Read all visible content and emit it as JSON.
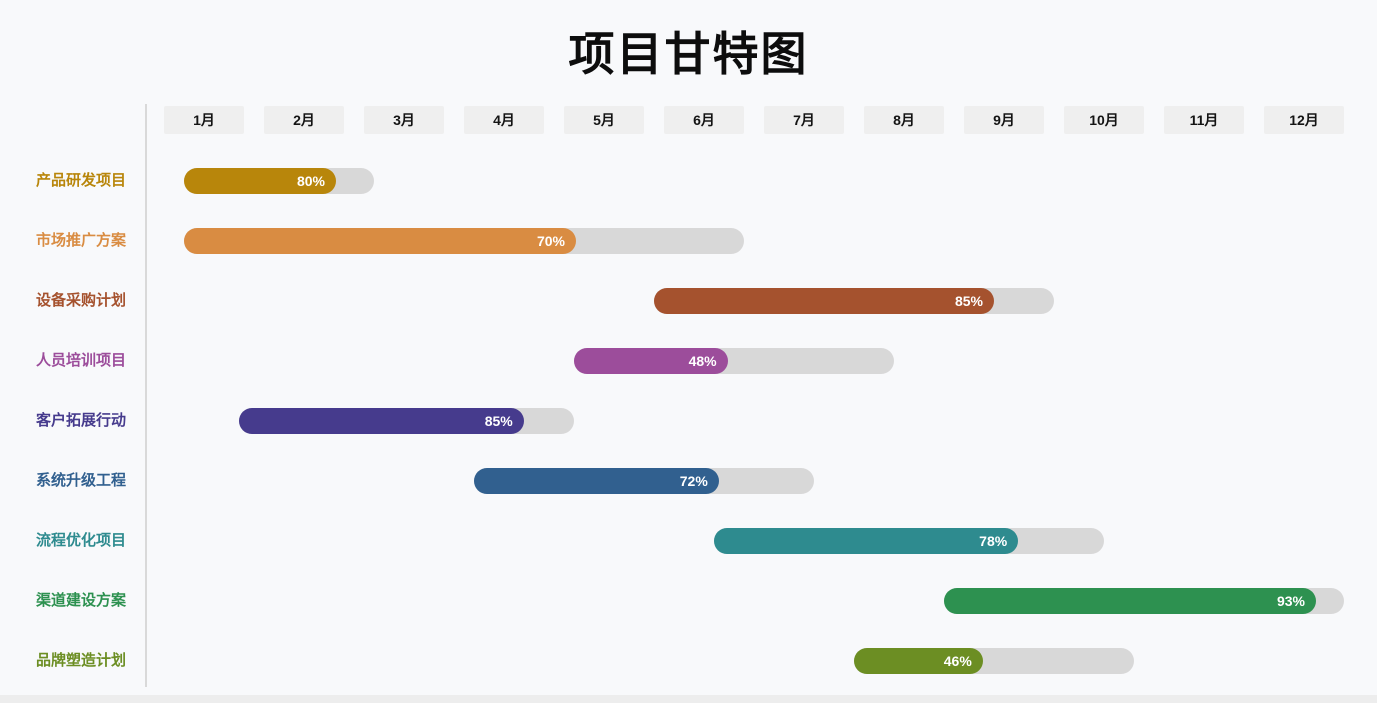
{
  "page": {
    "background": "#f8f9fb",
    "bottom_strip_color": "#ededed"
  },
  "chart_data": {
    "type": "bar",
    "variant": "gantt-progress",
    "title": "项目甘特图",
    "xlabel": "",
    "ylabel": "",
    "x_axis_months": [
      "1月",
      "2月",
      "3月",
      "4月",
      "5月",
      "6月",
      "7月",
      "8月",
      "9月",
      "10月",
      "11月",
      "12月"
    ],
    "x_range_months": [
      1,
      13
    ],
    "grid": false,
    "legend": false,
    "month_header_bg": "#efefef",
    "month_header_text_color": "#141414",
    "axis_line_color": "#d9d9d9",
    "track_color": "#d8d8d8",
    "percent_label_color": "#ffffff",
    "tasks": [
      {
        "label": "产品研发项目",
        "start_month": 1.3,
        "end_month": 3.2,
        "percent": 80,
        "color": "#b8860b"
      },
      {
        "label": "市场推广方案",
        "start_month": 1.3,
        "end_month": 6.9,
        "percent": 70,
        "color": "#d98c42"
      },
      {
        "label": "设备采购计划",
        "start_month": 6.0,
        "end_month": 10.0,
        "percent": 85,
        "color": "#a5522e"
      },
      {
        "label": "人员培训项目",
        "start_month": 5.2,
        "end_month": 8.4,
        "percent": 48,
        "color": "#9c4d9b"
      },
      {
        "label": "客户拓展行动",
        "start_month": 1.85,
        "end_month": 5.2,
        "percent": 85,
        "color": "#463b8d"
      },
      {
        "label": "系统升级工程",
        "start_month": 4.2,
        "end_month": 7.6,
        "percent": 72,
        "color": "#31608f"
      },
      {
        "label": "流程优化项目",
        "start_month": 6.6,
        "end_month": 10.5,
        "percent": 78,
        "color": "#2e8b8f"
      },
      {
        "label": "渠道建设方案",
        "start_month": 8.9,
        "end_month": 12.9,
        "percent": 93,
        "color": "#2d9150"
      },
      {
        "label": "品牌塑造计划",
        "start_month": 8.0,
        "end_month": 10.8,
        "percent": 46,
        "color": "#6c8e23"
      }
    ]
  }
}
